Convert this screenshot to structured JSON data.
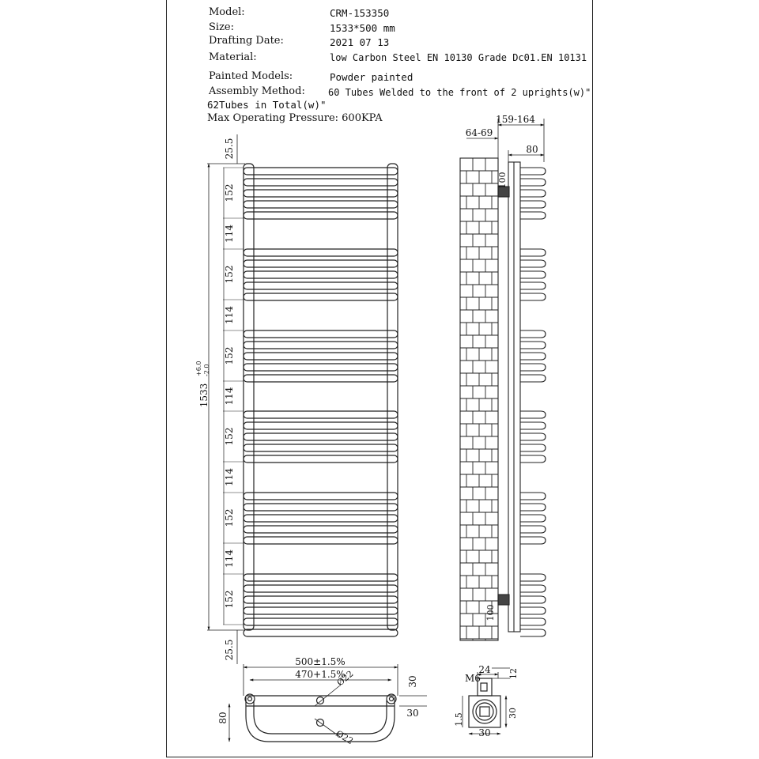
{
  "specs": {
    "model_label": "Model:",
    "model_value": "CRM-153350",
    "size_label": "Size:",
    "size_value": "1533*500 mm",
    "date_label": "Drafting Date:",
    "date_value": "2021 07 13",
    "material_label": "Material:",
    "material_value": "low Carbon Steel  EN 10130 Grade Dc01.EN 10131",
    "painted_label": "Painted Models:",
    "painted_value": "Powder painted",
    "assembly_label": "Assembly Method:",
    "assembly_value": "60 Tubes Welded to the front of 2 uprights(w)\"",
    "tubes_total": "62Tubes in Total(w)\"",
    "pressure": "Max Operating Pressure: 600KPA"
  },
  "front_view": {
    "top_margin": "25.5",
    "bottom_margin": "25.5",
    "block_dim": "152",
    "gap_dim": "114",
    "overall_height": "1533",
    "tol_plus": "+6.0",
    "tol_minus": "-2.0"
  },
  "side_view": {
    "dim_a": "159-164",
    "dim_b": "64-69",
    "dim_c": "80",
    "dim_d": "100",
    "dim_e": "100"
  },
  "plan_view": {
    "overall_width": "500±1.5%",
    "centers_width": "470+1.5%",
    "tube_dia_1": "Ø22",
    "tube_dia_2": "Ø22",
    "depth": "80",
    "dim_30_top": "30",
    "dim_30_side": "30"
  },
  "bracket_view": {
    "thread": "M6",
    "width_top": "24",
    "dim_12": "12",
    "dim_15": "1.5",
    "height": "30",
    "width_bottom": "30"
  }
}
